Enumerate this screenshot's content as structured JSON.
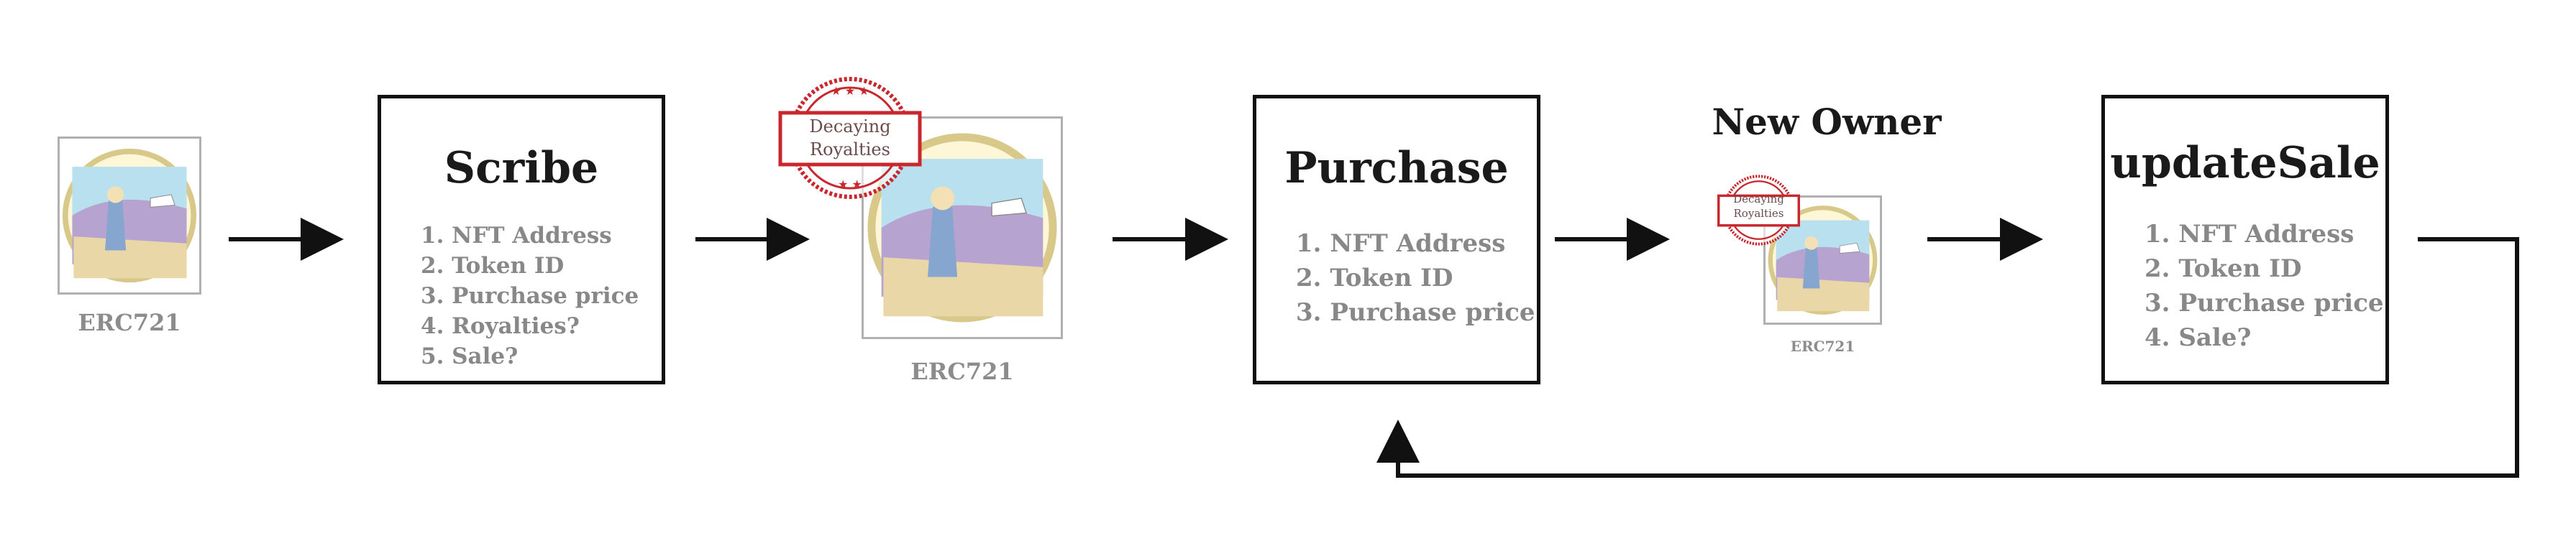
{
  "nodes": {
    "erc721_1": {
      "caption": "ERC721"
    },
    "scribe": {
      "title": "Scribe",
      "items": [
        "1. NFT Address",
        "2. Token ID",
        "3. Purchase price",
        "4. Royalties?",
        "5. Sale?"
      ]
    },
    "erc721_2": {
      "caption": "ERC721",
      "stamp_line1": "Decaying",
      "stamp_line2": "Royalties"
    },
    "purchase": {
      "title": "Purchase",
      "items": [
        "1. NFT Address",
        "2. Token ID",
        "3. Purchase price"
      ]
    },
    "new_owner": {
      "heading": "New Owner",
      "caption": "ERC721",
      "stamp_line1": "Decaying",
      "stamp_line2": "Royalties"
    },
    "update_sale": {
      "title": "updateSale",
      "items": [
        "1. NFT Address",
        "2. Token ID",
        "3. Purchase price",
        "4. Sale?"
      ]
    }
  },
  "edges": [
    {
      "from": "erc721_1",
      "to": "scribe"
    },
    {
      "from": "scribe",
      "to": "erc721_2"
    },
    {
      "from": "erc721_2",
      "to": "purchase"
    },
    {
      "from": "purchase",
      "to": "new_owner"
    },
    {
      "from": "new_owner",
      "to": "update_sale"
    },
    {
      "from": "update_sale",
      "to": "purchase"
    }
  ],
  "colors": {
    "stroke": "#111111",
    "title_text": "#1a1a1a",
    "list_text": "#888888",
    "stamp_red": "#c8282d"
  },
  "icons": [
    "nft-illustration-icon",
    "decaying-royalties-stamp-icon"
  ]
}
